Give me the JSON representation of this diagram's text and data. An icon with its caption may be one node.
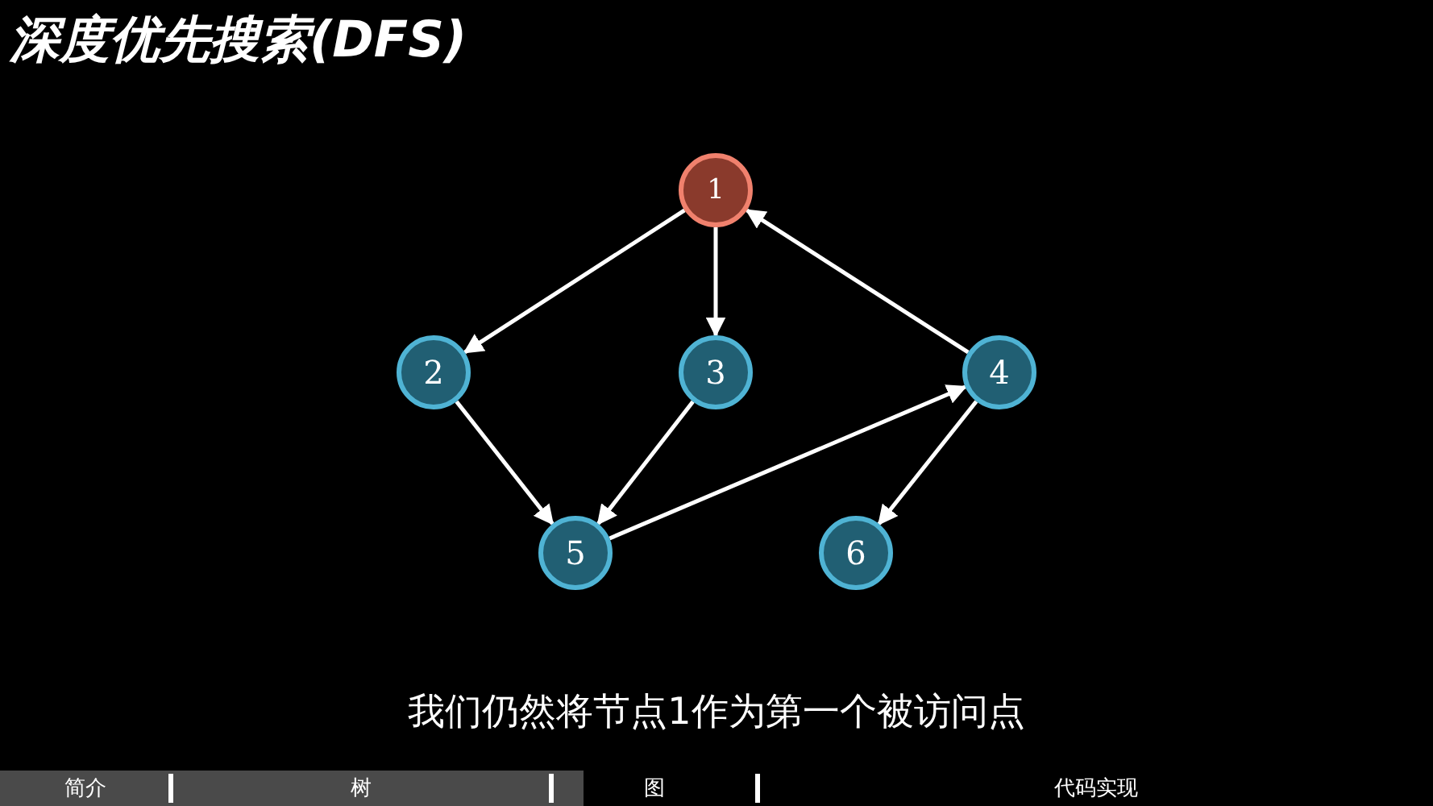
{
  "diagram": {
    "title": "深度优先搜索(DFS)",
    "caption": "我们仍然将节点1作为第一个被访问点",
    "nodes": [
      {
        "text": [
          "1"
        ]
      },
      {
        "text": [
          "2"
        ]
      },
      {
        "text": [
          "3"
        ]
      },
      {
        "text": [
          "4"
        ]
      },
      {
        "text": [
          "5"
        ]
      },
      {
        "text": [
          "6"
        ]
      }
    ],
    "edges": [
      {
        "from": 0,
        "to": 1,
        "arrow": "to"
      },
      {
        "from": 0,
        "to": 2,
        "arrow": "to"
      },
      {
        "from": 3,
        "to": 0,
        "arrow": "to"
      },
      {
        "from": 1,
        "to": 4,
        "arrow": "to"
      },
      {
        "from": 2,
        "to": 4,
        "arrow": "to"
      },
      {
        "from": 4,
        "to": 3,
        "arrow": "to"
      },
      {
        "from": 3,
        "to": 5,
        "arrow": "to"
      }
    ],
    "labels": [
      "简介",
      "树",
      "图",
      "代码实现"
    ]
  }
}
